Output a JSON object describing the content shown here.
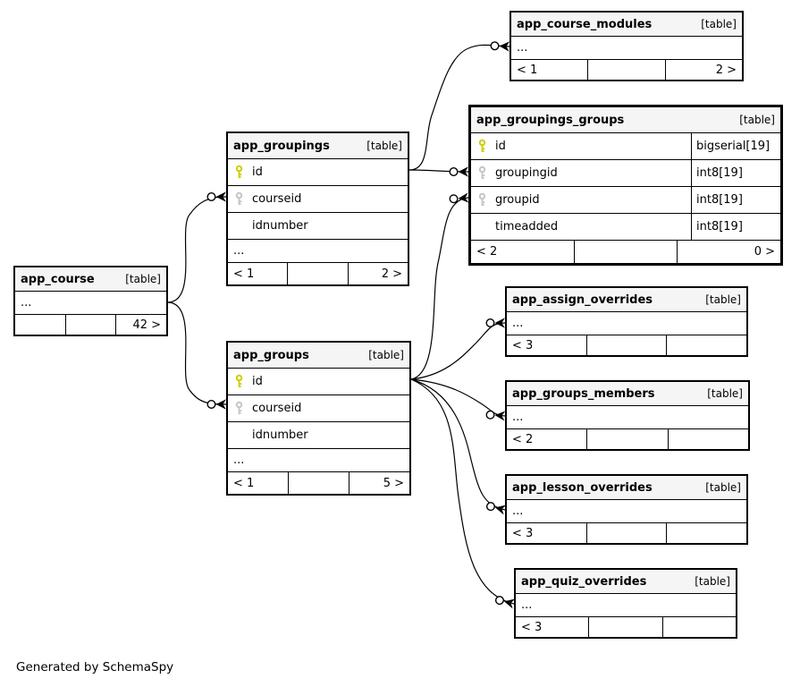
{
  "note": "Generated by SchemaSpy",
  "colors": {
    "primary_key": "#cdcd00",
    "foreign_key": "#c4c4c4",
    "header_bg": "#f5f5f5",
    "border": "#000000",
    "background": "#ffffff"
  },
  "tables": {
    "app_course_modules": {
      "name": "app_course_modules",
      "badge": "[table]",
      "collapsed": "...",
      "footer": {
        "left": "< 1",
        "mid": "",
        "right": "2 >"
      }
    },
    "app_groupings_groups": {
      "name": "app_groupings_groups",
      "badge": "[table]",
      "columns": [
        {
          "name": "id",
          "type": "bigserial[19]",
          "key": "primary"
        },
        {
          "name": "groupingid",
          "type": "int8[19]",
          "key": "foreign"
        },
        {
          "name": "groupid",
          "type": "int8[19]",
          "key": "foreign"
        },
        {
          "name": "timeadded",
          "type": "int8[19]",
          "key": "none"
        }
      ],
      "footer": {
        "left": "< 2",
        "mid": "",
        "right": "0 >"
      }
    },
    "app_groupings": {
      "name": "app_groupings",
      "badge": "[table]",
      "columns": [
        {
          "name": "id",
          "key": "primary"
        },
        {
          "name": "courseid",
          "key": "foreign"
        },
        {
          "name": "idnumber",
          "key": "none"
        }
      ],
      "collapsed": "...",
      "footer": {
        "left": "< 1",
        "mid": "",
        "right": "2 >"
      }
    },
    "app_course": {
      "name": "app_course",
      "badge": "[table]",
      "collapsed": "...",
      "footer": {
        "left": "",
        "mid": "",
        "right": "42 >"
      }
    },
    "app_groups": {
      "name": "app_groups",
      "badge": "[table]",
      "columns": [
        {
          "name": "id",
          "key": "primary"
        },
        {
          "name": "courseid",
          "key": "foreign"
        },
        {
          "name": "idnumber",
          "key": "none"
        }
      ],
      "collapsed": "...",
      "footer": {
        "left": "< 1",
        "mid": "",
        "right": "5 >"
      }
    },
    "app_assign_overrides": {
      "name": "app_assign_overrides",
      "badge": "[table]",
      "collapsed": "...",
      "footer": {
        "left": "< 3",
        "mid": "",
        "right": ""
      }
    },
    "app_groups_members": {
      "name": "app_groups_members",
      "badge": "[table]",
      "collapsed": "...",
      "footer": {
        "left": "< 2",
        "mid": "",
        "right": ""
      }
    },
    "app_lesson_overrides": {
      "name": "app_lesson_overrides",
      "badge": "[table]",
      "collapsed": "...",
      "footer": {
        "left": "< 3",
        "mid": "",
        "right": ""
      }
    },
    "app_quiz_overrides": {
      "name": "app_quiz_overrides",
      "badge": "[table]",
      "collapsed": "...",
      "footer": {
        "left": "< 3",
        "mid": "",
        "right": ""
      }
    }
  },
  "edges": [
    {
      "source": "app_groupings.id",
      "target": "app_course_modules"
    },
    {
      "source": "app_groupings.id",
      "target": "app_groupings_groups.groupingid"
    },
    {
      "source": "app_groups.id",
      "target": "app_groupings_groups.groupid"
    },
    {
      "source": "app_course",
      "target": "app_groupings.courseid"
    },
    {
      "source": "app_course",
      "target": "app_groups.courseid"
    },
    {
      "source": "app_groups.id",
      "target": "app_assign_overrides"
    },
    {
      "source": "app_groups.id",
      "target": "app_groups_members"
    },
    {
      "source": "app_groups.id",
      "target": "app_lesson_overrides"
    },
    {
      "source": "app_groups.id",
      "target": "app_quiz_overrides"
    }
  ]
}
